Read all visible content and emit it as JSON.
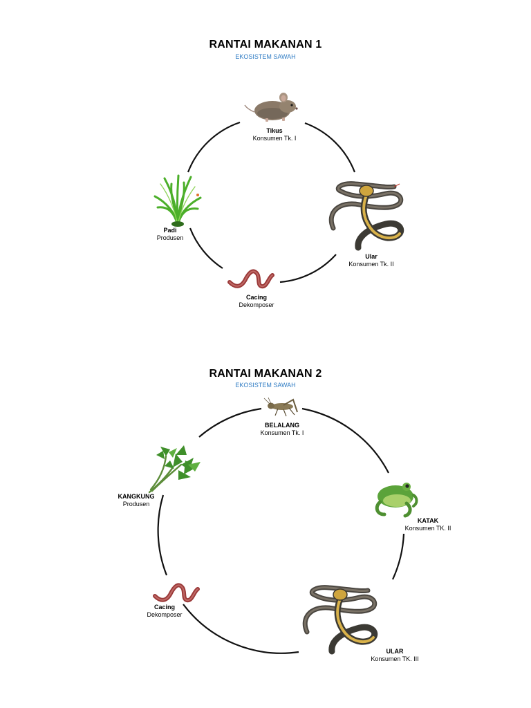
{
  "diagram1": {
    "title": "RANTAI MAKANAN 1",
    "subtitle": "EKOSISTEM SAWAH",
    "nodes": {
      "tikus": {
        "name": "Tikus",
        "role": "Konsumen Tk. I",
        "icon": "mouse-icon"
      },
      "ular": {
        "name": "Ular",
        "role": "Konsumen Tk. II",
        "icon": "cobra-icon"
      },
      "cacing": {
        "name": "Cacing",
        "role": "Dekomposer",
        "icon": "worm-icon"
      },
      "padi": {
        "name": "Padi",
        "role": "Produsen",
        "icon": "rice-plant-icon"
      }
    }
  },
  "diagram2": {
    "title": "RANTAI MAKANAN 2",
    "subtitle": "EKOSISTEM SAWAH",
    "nodes": {
      "belalang": {
        "name": "BELALANG",
        "role": "Konsumen Tk. I",
        "icon": "grasshopper-icon"
      },
      "katak": {
        "name": "KATAK",
        "role": "Konsumen TK. II",
        "icon": "frog-icon"
      },
      "ular": {
        "name": "ULAR",
        "role": "Konsumen TK. III",
        "icon": "cobra-icon"
      },
      "cacing": {
        "name": "Cacing",
        "role": "Dekomposer",
        "icon": "worm-icon"
      },
      "kangkung": {
        "name": "KANGKUNG",
        "role": "Produsen",
        "icon": "water-spinach-icon"
      }
    }
  },
  "colors": {
    "subtitle": "#2f7cc4",
    "ring": "#111111"
  }
}
